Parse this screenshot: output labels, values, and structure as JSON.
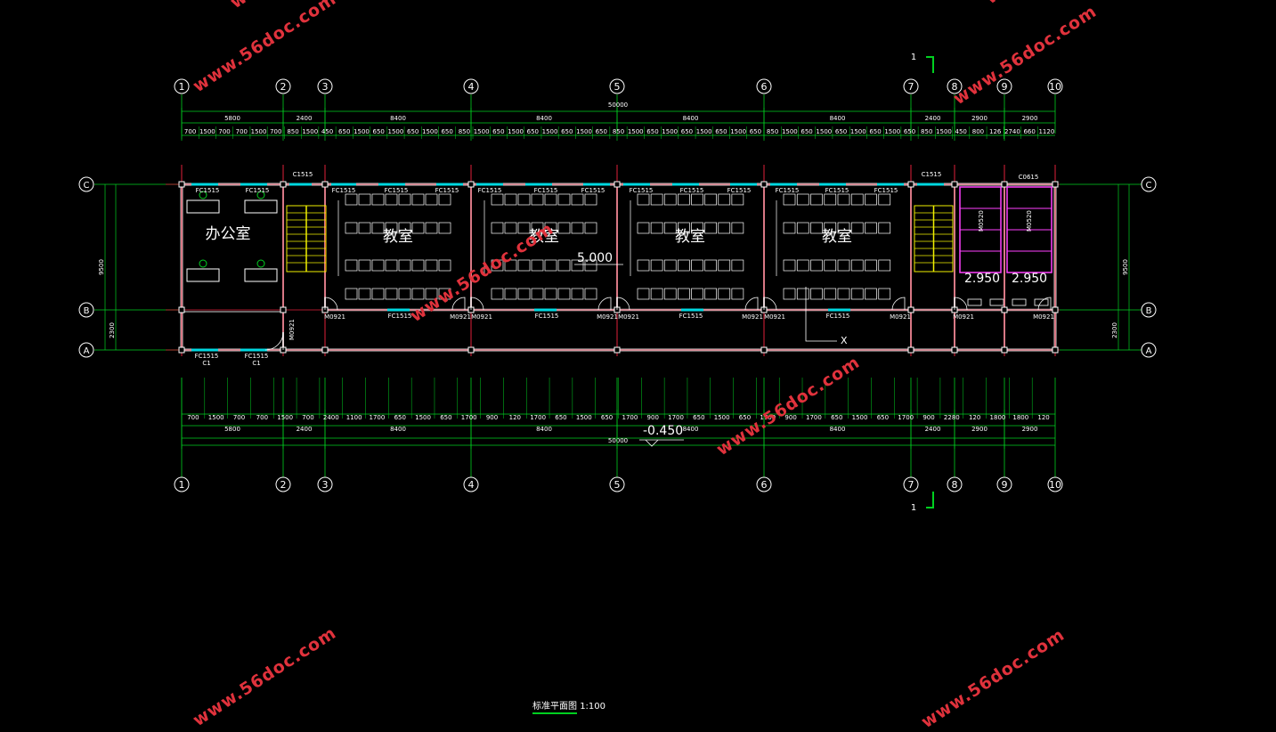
{
  "drawing": {
    "axes_numbers": [
      "1",
      "2",
      "3",
      "4",
      "5",
      "6",
      "7",
      "8",
      "9",
      "10"
    ],
    "axes_letters": [
      "C",
      "B",
      "A"
    ],
    "section_mark": "1",
    "overall_dimension": "50000",
    "top_bay_dims": [
      "5800",
      "2400",
      "8400",
      "8400",
      "8400",
      "8400",
      "2400",
      "2900",
      "2900"
    ],
    "top_detail_dims": [
      "700",
      "1500",
      "700",
      "700",
      "1500",
      "700",
      "850",
      "1500",
      "450",
      "650",
      "1500",
      "650",
      "1500",
      "650",
      "1500",
      "650",
      "850",
      "1500",
      "650",
      "1500",
      "650",
      "1500",
      "650",
      "1500",
      "650",
      "850",
      "1500",
      "650",
      "1500",
      "650",
      "1500",
      "650",
      "1500",
      "650",
      "850",
      "1500",
      "650",
      "1500",
      "650",
      "1500",
      "650",
      "1500",
      "650",
      "850",
      "1500",
      "450",
      "800",
      "126",
      "2740",
      "660",
      "1120"
    ],
    "bottom_detail_dims": [
      "700",
      "1500",
      "700",
      "700",
      "1500",
      "700",
      "2400",
      "1100",
      "1700",
      "650",
      "1500",
      "650",
      "1700",
      "900",
      "120",
      "1700",
      "650",
      "1500",
      "650",
      "1700",
      "900",
      "1700",
      "650",
      "1500",
      "650",
      "1700",
      "900",
      "1700",
      "650",
      "1500",
      "650",
      "1700",
      "900",
      "2280",
      "120",
      "1800",
      "1800",
      "120"
    ],
    "bottom_bay_dims": [
      "5800",
      "2400",
      "8400",
      "8400",
      "8400",
      "8400",
      "2400",
      "2900",
      "2900"
    ],
    "left_dims": [
      "9500",
      "2300"
    ],
    "right_dims": [
      "9500",
      "2300"
    ],
    "rooms": {
      "office": "办公室",
      "classroom_1": "教室",
      "classroom_2": "教室",
      "classroom_3": "教室",
      "classroom_4": "教室"
    },
    "window_labels": {
      "fc1515": "FC1515",
      "c1515": "C1515",
      "c0615": "C0615",
      "c1": "C1",
      "m0921": "M0921",
      "m0520": "M0520"
    },
    "elevations": {
      "floor": "5.000",
      "outdoor": "-0.450",
      "toilet_left": "2.950",
      "toilet_right": "2.950"
    },
    "marker_x": "X",
    "watermark": "www.56doc.com",
    "caption_title": "标准平面图",
    "caption_scale": "1:100",
    "colors": {
      "background": "#000000",
      "axis": "#00d020",
      "wall": "#d0d0d0",
      "red_line": "#e0203a",
      "window": "#00d8e0",
      "stair": "#f0f000",
      "toilet": "#ff40ff",
      "watermark": "#e0323c"
    }
  }
}
